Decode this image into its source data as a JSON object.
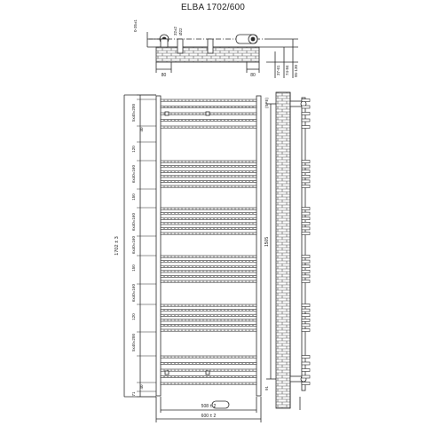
{
  "title": "ELBA 1702/600",
  "top_view": {
    "dims": [
      "0-35±1",
      "32±2",
      "Ø22",
      "80",
      "80"
    ],
    "right_dims": [
      "37-61",
      "74-84",
      "95-130"
    ]
  },
  "front_view": {
    "overall_height": "1702 ± 3",
    "left_dims": [
      "5x40=200",
      "40",
      "120",
      "6x40=160",
      "150",
      "6x40=160",
      "6x40=160",
      "150",
      "6x40=160",
      "120",
      "5x40=200",
      "40",
      "71"
    ],
    "width_inner": "508 ± 2",
    "width_outer": "600 ± 2"
  },
  "side_view": {
    "dims": [
      "(SPE)",
      "1505",
      "91"
    ]
  },
  "colors": {
    "line": "#2a2a2a",
    "brick": "#555555"
  }
}
